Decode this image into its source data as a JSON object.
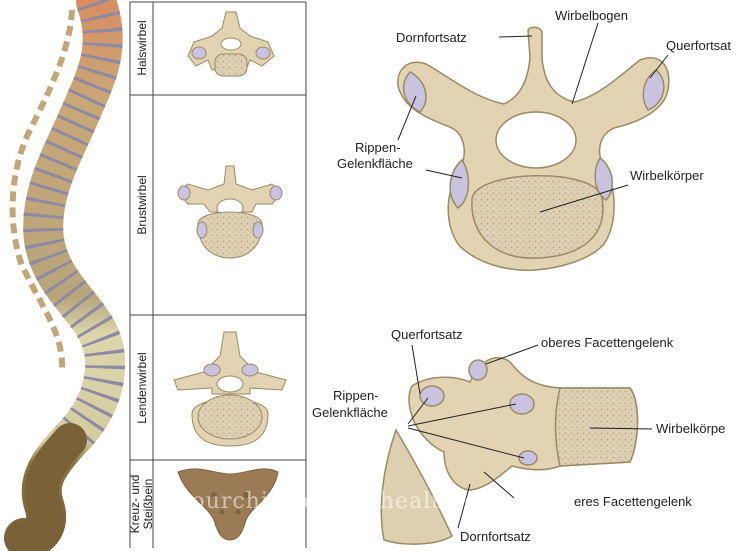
{
  "groups": {
    "cervical": "Halswirbel",
    "thoracic": "Brustwirbel",
    "lumbar": "Lendenwirbel",
    "sacrum_line1": "Kreuz- und",
    "sacrum_line2": "Steißbein"
  },
  "top_view": {
    "spinous_process": "Dornfortsatz",
    "vertebral_arch": "Wirbelbogen",
    "transverse_process": "Querfortsat",
    "rib_facet_line1": "Rippen-",
    "rib_facet_line2": "Gelenkfläche",
    "vertebral_body": "Wirbelkörper"
  },
  "side_view": {
    "transverse_process": "Querfortsatz",
    "upper_facet_joint": "oberes Facettengelenk",
    "rib_facet_line1": "Rippen-",
    "rib_facet_line2": "Gelenkfläche",
    "vertebral_body": "Wirbelkörpe",
    "lower_facet_joint": "eres Facettengelenk",
    "spinous_process": "Dornfortsatz"
  },
  "watermark": "yourchiropractichealth.com",
  "colors": {
    "bone": "#e2d3b2",
    "bone_outline": "#9a8a66",
    "spongy": "#d9ccb0",
    "facet": "#c9c3e0",
    "disc": "#b9b6c8",
    "cervical_tint": "#d79a6e",
    "thoracic_tint": "#c2ae82",
    "lumbar_tint": "#d9d2a8"
  }
}
